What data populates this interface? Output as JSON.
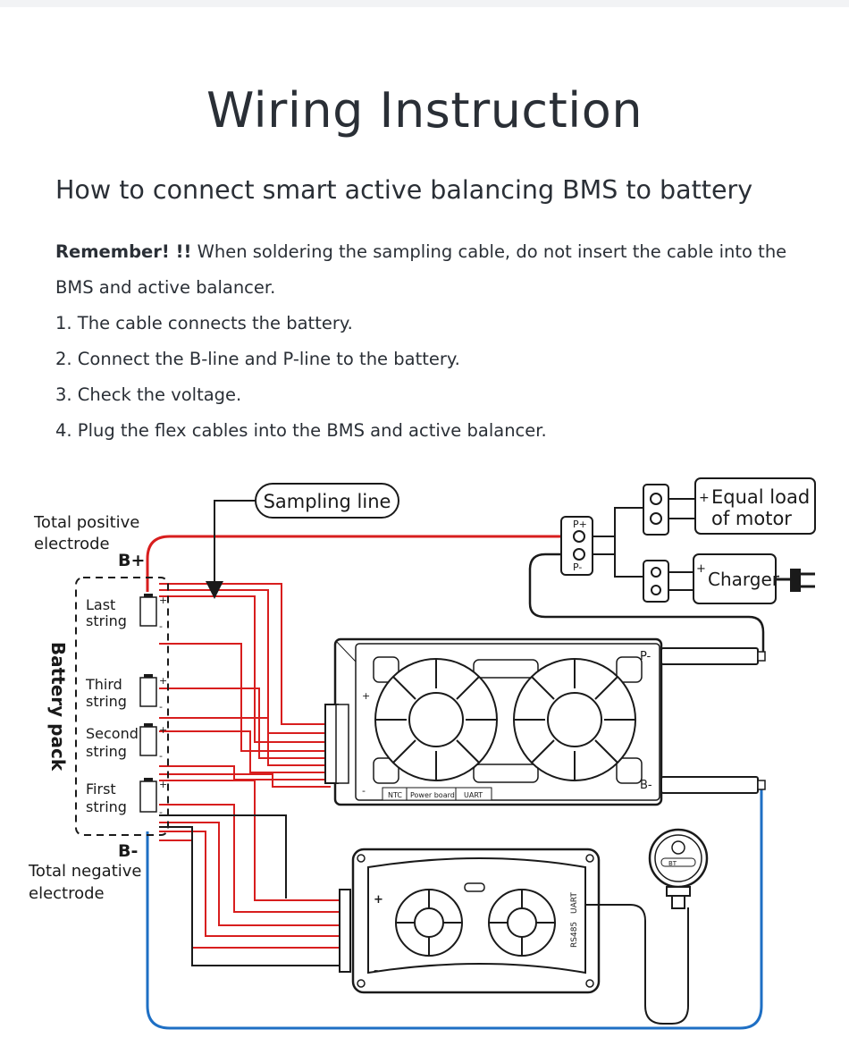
{
  "title": "Wiring Instruction",
  "subtitle": "How to connect smart active balancing BMS to battery",
  "remember": {
    "strong": "Remember! !!",
    "line1": " When soldering the sampling cable, do not insert the cable into the",
    "line2": "BMS and active balancer."
  },
  "steps": [
    "1. The cable connects the battery.",
    "2. Connect the B-line and P-line to the battery.",
    "3. Check the voltage.",
    "4. Plug the flex cables into the BMS and active balancer."
  ],
  "diagram": {
    "sampling_line": "Sampling line",
    "total_positive": [
      "Total positive",
      "electrode"
    ],
    "b_plus": "B+",
    "battery_pack": "Battery pack",
    "strings": [
      [
        "Last",
        "string"
      ],
      [
        "Third",
        "string"
      ],
      [
        "Second",
        "string"
      ],
      [
        "First",
        "string"
      ]
    ],
    "b_minus": "B-",
    "total_negative": [
      "Total negative",
      "electrode"
    ],
    "p_plus": "P+",
    "p_minus": "P-",
    "load_label": [
      "Equal load",
      "of motor"
    ],
    "charger_label": "Charger",
    "bms_p_minus": "P-",
    "bms_b_minus": "B-",
    "bms_ports": [
      "NTC",
      "Power board",
      "UART"
    ],
    "balancer_ports": [
      "RS485",
      "UART"
    ],
    "bt_label": "BT",
    "plus_sign": "+",
    "minus_sign": "-",
    "colors": {
      "positive": "#d81e1e",
      "negative": "#1e6fc4",
      "line": "#1a1a1a"
    }
  }
}
